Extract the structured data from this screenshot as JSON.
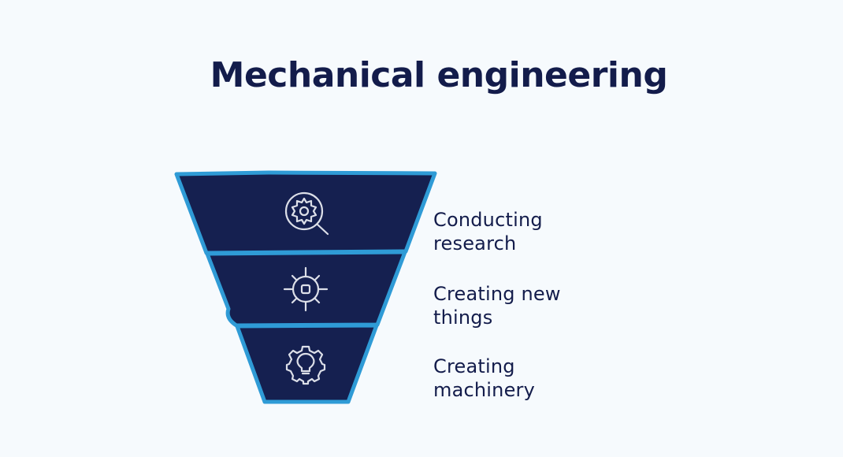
{
  "title": "Mechanical engineering",
  "colors": {
    "background": "#f6fafd",
    "stage_fill": "#152050",
    "stage_outline": "#2f9bd6",
    "icon_stroke": "#dcdfe8",
    "text": "#131c4b"
  },
  "stages": [
    {
      "icon": "gear-magnifier-icon",
      "label": "Conducting research"
    },
    {
      "icon": "spiked-gear-icon",
      "label": "Creating new things"
    },
    {
      "icon": "gear-lightbulb-icon",
      "label": "Creating machinery"
    }
  ]
}
